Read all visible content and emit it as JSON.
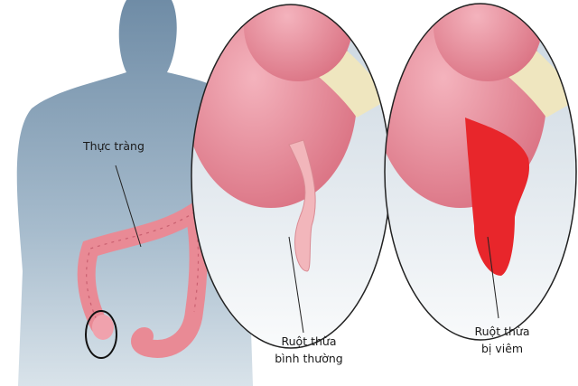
{
  "labels": {
    "colon": "Thực tràng",
    "normal_appendix_line1": "Ruột thừa",
    "normal_appendix_line2": "bình thường",
    "inflamed_appendix_line1": "Ruột thừa",
    "inflamed_appendix_line2": "bị viêm"
  },
  "colors": {
    "body": "#7f9bb3",
    "colon": "#e98a95",
    "normal_appendix": "#f2b6bb",
    "inflamed_appendix": "#e8262b",
    "cecum": "#e58a98",
    "fat_band": "#efe6bf"
  }
}
